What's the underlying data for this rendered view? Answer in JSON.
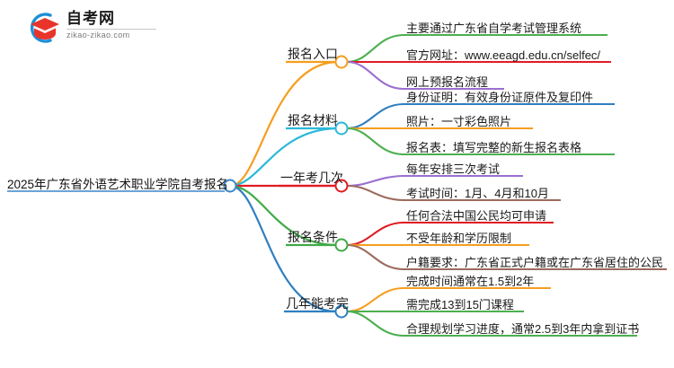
{
  "logo": {
    "brand_name": "自考网",
    "domain": "zikao-zikao.com",
    "mark_icon": "graduation-cap-icon",
    "mark_arc_color": "#1f8fd6",
    "mark_cap_color": "#e8342a"
  },
  "mindmap": {
    "root": {
      "label": "2025年广东省外语艺术职业学院自考报名",
      "node_color": "#3a86c8"
    },
    "branches": [
      {
        "label": "报名入口",
        "color": "#f59e1f",
        "leaves": [
          {
            "text": "主要通过广东省自学考试管理系统",
            "color": "#4caf50"
          },
          {
            "text": "官方网址：www.eeagd.edu.cn/selfec/",
            "color": "#e01b24"
          },
          {
            "text": "网上预报名流程",
            "color": "#9b6fd0"
          }
        ]
      },
      {
        "label": "报名材料",
        "color": "#2cb8d8",
        "leaves": [
          {
            "text": "身份证明：有效身份证原件及复印件",
            "color": "#2f7fc1"
          },
          {
            "text": "照片：一寸彩色照片",
            "color": "#f59e1f"
          },
          {
            "text": "报名表：填写完整的新生报名表格",
            "color": "#4caf50"
          }
        ]
      },
      {
        "label": "一年考几次",
        "color": "#e01b24",
        "leaves": [
          {
            "text": "每年安排三次考试",
            "color": "#9b6fd0"
          },
          {
            "text": "考试时间：1月、4月和10月",
            "color": "#9c6b5e"
          }
        ]
      },
      {
        "label": "报名条件",
        "color": "#3faa45",
        "leaves": [
          {
            "text": "任何合法中国公民均可申请",
            "color": "#e01b24"
          },
          {
            "text": "不受年龄和学历限制",
            "color": "#f59e1f"
          },
          {
            "text": "户籍要求：广东省正式户籍或在广东省居住的公民",
            "color": "#9c6b5e"
          }
        ]
      },
      {
        "label": "几年能考完",
        "color": "#2f7fc1",
        "leaves": [
          {
            "text": "完成时间通常在1.5到2年",
            "color": "#f59e1f"
          },
          {
            "text": "需完成13到15门课程",
            "color": "#4caf50"
          },
          {
            "text": "合理规划学习进度，通常2.5到3年内拿到证书",
            "color": "#4caf50"
          }
        ]
      }
    ]
  }
}
